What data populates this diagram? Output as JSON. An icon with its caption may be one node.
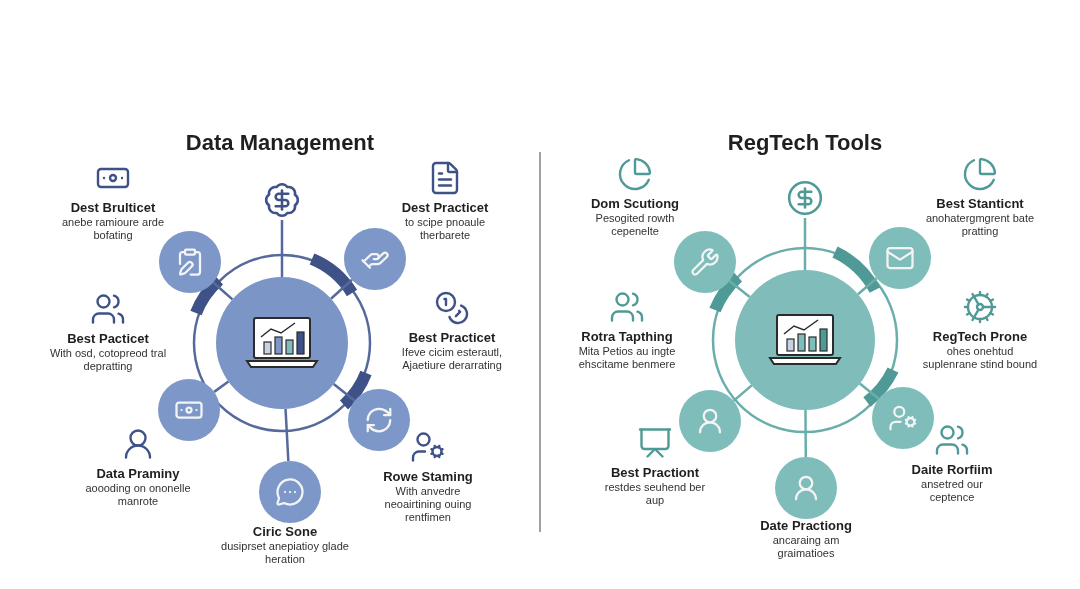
{
  "diagram": {
    "nodes": [
      {
        "text": [],
        "shape": "circle"
      },
      {
        "text": [],
        "shape": "picture"
      },
      {
        "text": [],
        "shape": "circle"
      },
      {
        "text": [],
        "shape": "circle"
      },
      {
        "text": [],
        "shape": "circle"
      },
      {
        "text": [],
        "shape": "circle"
      },
      {
        "text": [],
        "shape": "circle"
      },
      {
        "text": [
          "Dest Brulticet",
          "anebe ramioure arde bofating"
        ]
      },
      {
        "text": [
          "Dest Practicet",
          "to scipe pnoaule therbarete"
        ]
      },
      {
        "text": [
          "Best Pacticet",
          "With osd, cotopreod tral depratting"
        ]
      },
      {
        "text": [
          "Best Practicet",
          "Ifeve cicim esterautl, Ajaetiure derarrating"
        ]
      },
      {
        "text": [
          "Data Praminy",
          "aoooding on ononelle manrote"
        ]
      },
      {
        "text": [
          "Rowe Staming",
          "With anvedre neoairtining ouing rentfimen"
        ]
      },
      {
        "text": [
          "Ciric Sone",
          "dusiprset anepiatioy glade heration"
        ]
      },
      {
        "text": [],
        "shape": "circle"
      },
      {
        "text": [],
        "shape": "picture"
      },
      {
        "text": [],
        "shape": "circle"
      },
      {
        "text": [],
        "shape": "circle"
      },
      {
        "text": [],
        "shape": "circle"
      },
      {
        "text": [],
        "shape": "circle"
      },
      {
        "text": [],
        "shape": "circle"
      },
      {
        "text": [
          "Dom Scutiong",
          "Pesogited rowth cepenelte"
        ]
      },
      {
        "text": [
          "Best Stanticnt",
          "anohatergmgrent bate pratting"
        ]
      },
      {
        "text": [
          "Rotra Tapthing",
          "Mita Petios au ingte ehscitame benmere"
        ]
      },
      {
        "text": [
          "RegTech Prone",
          "ohes onehtud suplenrane stind bound"
        ]
      },
      {
        "text": [
          "Best Practiont",
          "restdes seuhend ber aup"
        ]
      },
      {
        "text": [
          "Daite Rorfiim",
          "ansetred our ceptence"
        ]
      },
      {
        "text": [
          "Date Practiong",
          "ancaraing am graimatioes"
        ]
      }
    ],
    "edges": [
      {
        "from": 1,
        "to": 0,
        "arrow": "none"
      },
      {
        "from": 0,
        "to": 2,
        "arrow": "none"
      },
      {
        "from": 0,
        "to": 3,
        "arrow": "none"
      },
      {
        "from": 0,
        "to": 4,
        "arrow": "none"
      },
      {
        "from": 0,
        "to": 5,
        "arrow": "none"
      },
      {
        "from": 0,
        "to": 6,
        "arrow": "none"
      },
      {
        "from": 15,
        "to": 14,
        "arrow": "none"
      },
      {
        "from": 14,
        "to": 16,
        "arrow": "none"
      },
      {
        "from": 14,
        "to": 17,
        "arrow": "none"
      },
      {
        "from": 14,
        "to": 18,
        "arrow": "none"
      },
      {
        "from": 14,
        "to": 19,
        "arrow": "none"
      },
      {
        "from": 14,
        "to": 20,
        "arrow": "none"
      }
    ],
    "labels": [
      "Data Management",
      "RegTech Tools"
    ]
  }
}
